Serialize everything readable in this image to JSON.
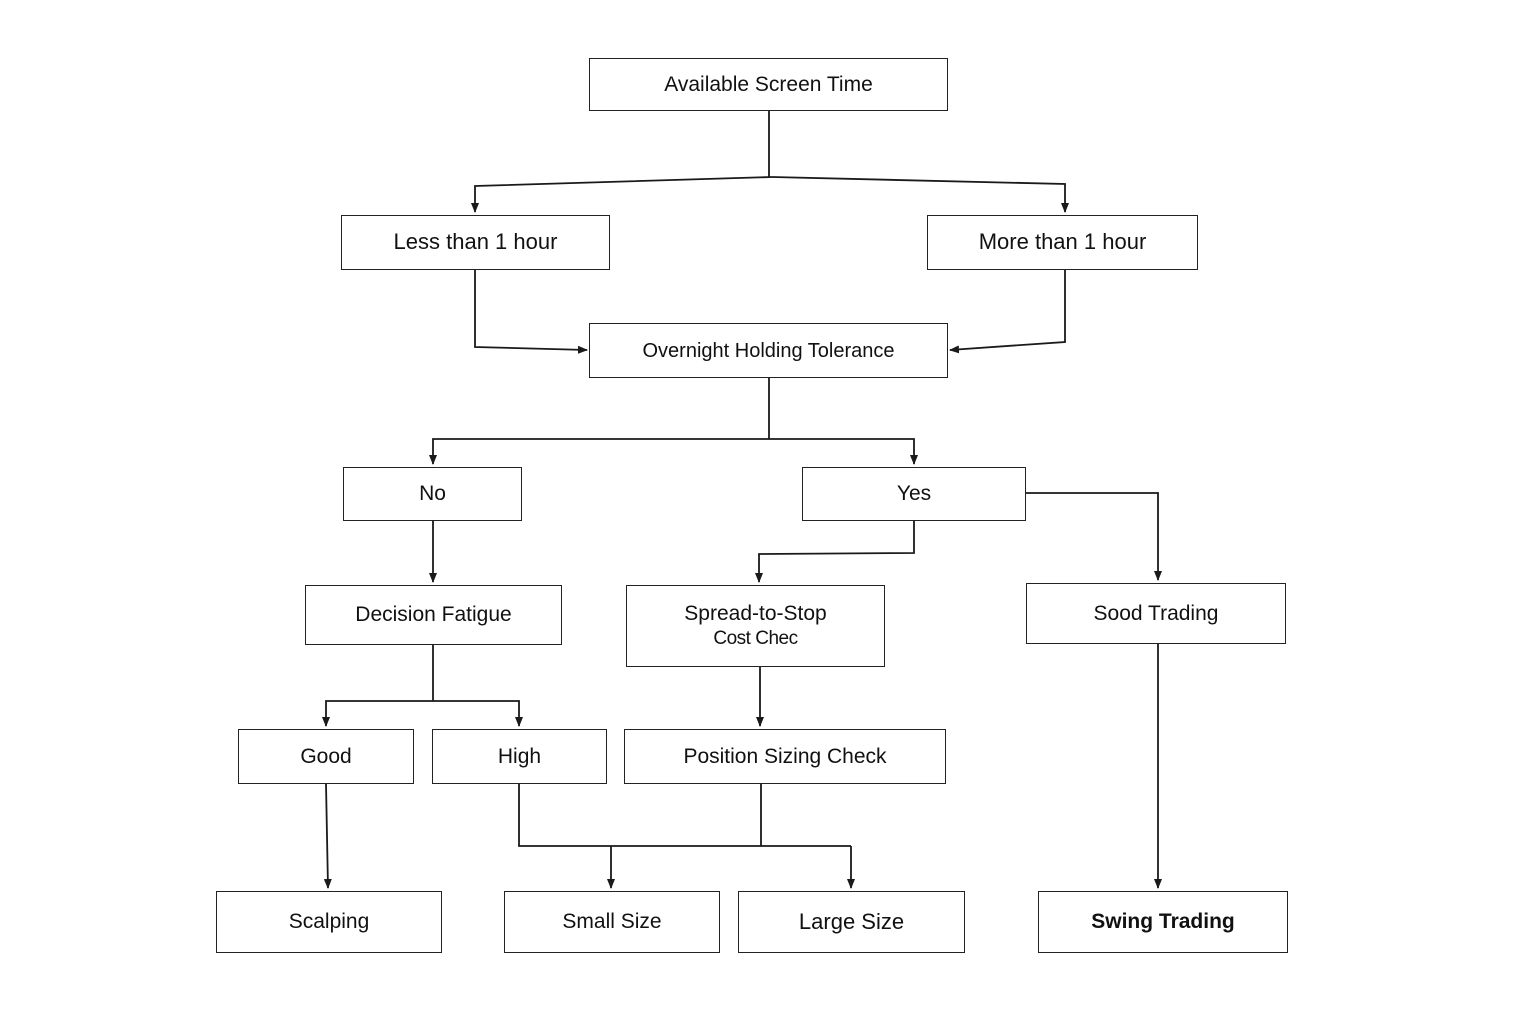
{
  "nodes": {
    "available_screen_time": "Available Screen Time",
    "less_than_1_hour": "Less than 1 hour",
    "more_than_1_hour": "More than 1 hour",
    "overnight_holding_tolerance": "Overnight Holding Tolerance",
    "no": "No",
    "yes": "Yes",
    "decision_fatigue": "Decision Fatigue",
    "spread_to_stop_line1": "Spread-to-Stop",
    "spread_to_stop_line2": "Cost Chec",
    "sood_trading": "Sood Trading",
    "good": "Good",
    "high": "High",
    "position_sizing_check": "Position Sizing Check",
    "scalping": "Scalping",
    "small_size": "Small Size",
    "large_size": "Large Size",
    "swing_trading": "Swing Trading"
  },
  "colors": {
    "stroke": "#1a1a1a",
    "background": "#ffffff",
    "text": "#111111"
  }
}
